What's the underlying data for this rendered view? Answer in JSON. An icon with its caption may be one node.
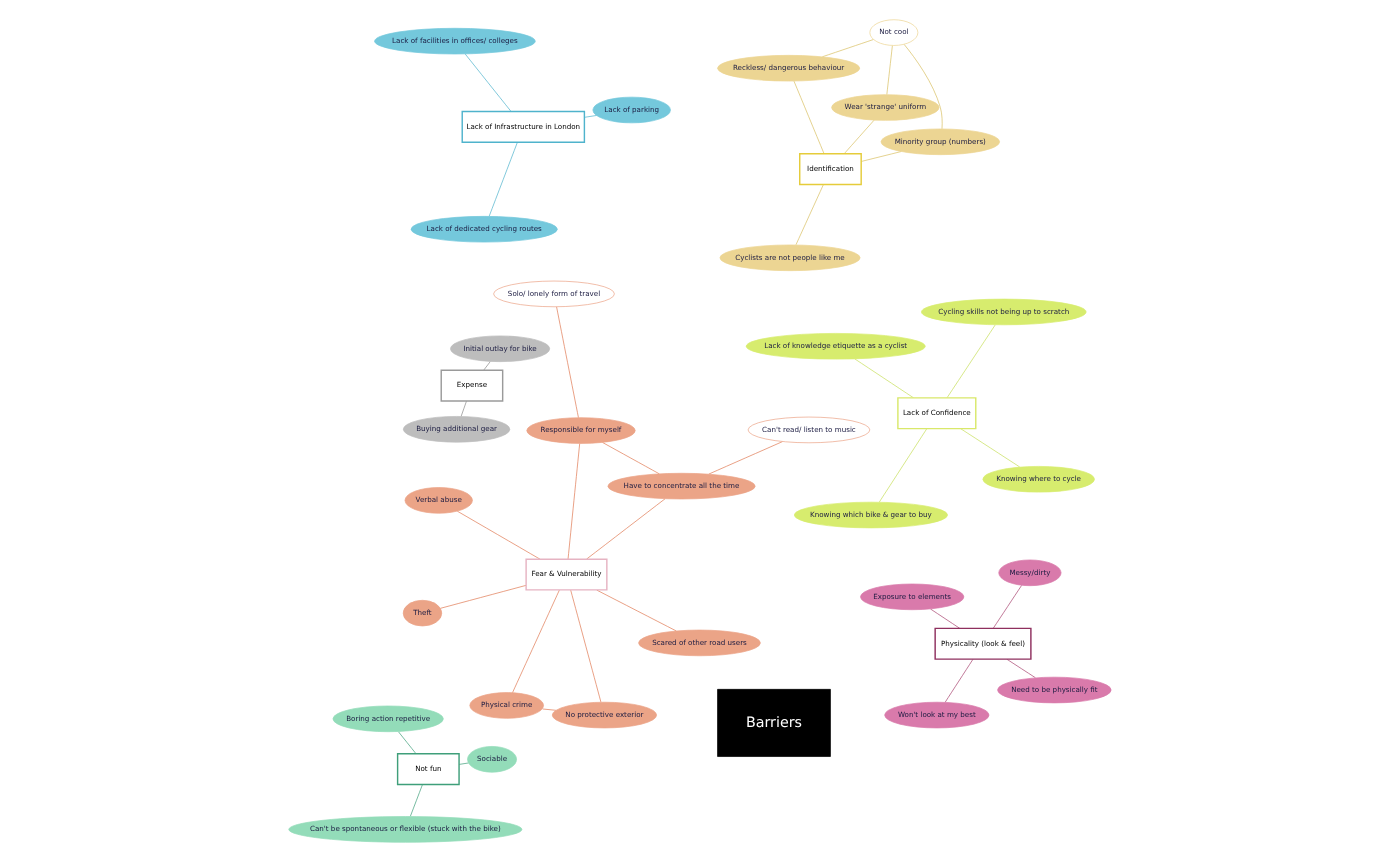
{
  "diagram": {
    "nodes": [
      {
        "text": [
          "Barriers"
        ]
      },
      {
        "text": [
          "Expense"
        ]
      },
      {
        "text": [
          "Lack of Confidence"
        ]
      },
      {
        "text": [
          "Not fun"
        ]
      },
      {
        "text": [
          "Fear & Vulnerability"
        ]
      },
      {
        "text": [
          "Physicality (look & feel)"
        ]
      },
      {
        "text": [
          "Lack of Infrastructure in London"
        ]
      },
      {
        "text": [
          "Identification"
        ]
      },
      {
        "text": [
          "Initial outlay for bike"
        ]
      },
      {
        "text": [
          "Buying additional gear"
        ]
      },
      {
        "text": [
          "Sociable"
        ]
      },
      {
        "text": [
          "Can't be spontaneous or flexible (stuck with the bike)"
        ]
      },
      {
        "text": [
          "Boring action repetitive"
        ]
      },
      {
        "text": [
          "Knowing where to cycle"
        ]
      },
      {
        "text": [
          "Knowing which bike & gear to buy"
        ]
      },
      {
        "text": [
          "Lack of knowledge etiquette as a cyclist"
        ]
      },
      {
        "text": [
          "Cycling skills not being up to scratch"
        ]
      },
      {
        "text": [
          "Responsible for myself"
        ]
      },
      {
        "text": [
          "Have to concentrate all the time"
        ]
      },
      {
        "text": [
          "Solo/ lonely form of travel"
        ]
      },
      {
        "text": [
          "Can't read/ listen to music"
        ]
      },
      {
        "text": [
          "Need to be physically fit"
        ]
      },
      {
        "text": [
          "Won't look at my best"
        ]
      },
      {
        "text": [
          "Exposure to elements"
        ]
      },
      {
        "text": [
          "Messy/dirty"
        ]
      },
      {
        "text": [
          "Verbal abuse"
        ]
      },
      {
        "text": [
          "Theft"
        ]
      },
      {
        "text": [
          "Scared of other road users"
        ]
      },
      {
        "text": [
          "Physical crime"
        ]
      },
      {
        "text": [
          "No protective exterior"
        ]
      },
      {
        "text": [
          "Lack of parking"
        ]
      },
      {
        "text": [
          "Lack of dedicated cycling routes"
        ]
      },
      {
        "text": [
          "Lack of facilities in offices/ colleges"
        ]
      },
      {
        "text": [
          "Minority group (numbers)"
        ]
      },
      {
        "text": [
          "Cyclists are not people like me"
        ]
      },
      {
        "text": [
          "Reckless/ dangerous behaviour"
        ]
      },
      {
        "text": [
          "Wear 'strange' uniform"
        ]
      },
      {
        "text": [
          "Not cool"
        ]
      }
    ],
    "edges": [
      {
        "from": 1,
        "to": 8,
        "arrow": "none",
        "color": "#8c8c8c"
      },
      {
        "from": 1,
        "to": 9,
        "arrow": "none",
        "color": "#8c8c8c"
      },
      {
        "from": 3,
        "to": 10,
        "arrow": "none",
        "color": "#3f9f7a"
      },
      {
        "from": 3,
        "to": 11,
        "arrow": "none",
        "color": "#3f9f7a"
      },
      {
        "from": 3,
        "to": 12,
        "arrow": "none",
        "color": "#3f9f7a"
      },
      {
        "from": 2,
        "to": 13,
        "arrow": "none",
        "color": "#c6df5a"
      },
      {
        "from": 2,
        "to": 14,
        "arrow": "none",
        "color": "#c6df5a"
      },
      {
        "from": 2,
        "to": 15,
        "arrow": "none",
        "color": "#c6df5a"
      },
      {
        "from": 2,
        "to": 16,
        "arrow": "none",
        "color": "#c6df5a"
      },
      {
        "from": 4,
        "to": 17,
        "arrow": "none"
      },
      {
        "from": 4,
        "to": 18,
        "arrow": "none"
      },
      {
        "from": 17,
        "to": 18,
        "arrow": "none"
      },
      {
        "from": 17,
        "to": 19,
        "arrow": "none"
      },
      {
        "from": 18,
        "to": 20,
        "arrow": "none"
      },
      {
        "from": 5,
        "to": 21,
        "arrow": "none",
        "color": "#a8436f"
      },
      {
        "from": 5,
        "to": 22,
        "arrow": "none",
        "color": "#a8436f"
      },
      {
        "from": 5,
        "to": 23,
        "arrow": "none",
        "color": "#a8436f"
      },
      {
        "from": 5,
        "to": 24,
        "arrow": "none",
        "color": "#a8436f"
      },
      {
        "from": 4,
        "to": 25,
        "arrow": "none"
      },
      {
        "from": 4,
        "to": 26,
        "arrow": "none"
      },
      {
        "from": 4,
        "to": 27,
        "arrow": "none"
      },
      {
        "from": 4,
        "to": 28,
        "arrow": "none"
      },
      {
        "from": 4,
        "to": 29,
        "arrow": "none"
      },
      {
        "from": 28,
        "to": 29,
        "arrow": "none"
      },
      {
        "from": 6,
        "to": 30,
        "arrow": "none",
        "color": "#4fb3cc"
      },
      {
        "from": 6,
        "to": 31,
        "arrow": "none",
        "color": "#4fb3cc"
      },
      {
        "from": 6,
        "to": 32,
        "arrow": "none",
        "color": "#4fb3cc"
      },
      {
        "from": 7,
        "to": 33,
        "arrow": "none",
        "color": "#d9bf63"
      },
      {
        "from": 7,
        "to": 34,
        "arrow": "none",
        "color": "#d9bf63"
      },
      {
        "from": 7,
        "to": 35,
        "arrow": "none",
        "color": "#d9bf63"
      },
      {
        "from": 7,
        "to": 36,
        "arrow": "none",
        "color": "#d9bf63"
      },
      {
        "from": 37,
        "to": 33,
        "arrow": "none",
        "color": "#d9bf63"
      },
      {
        "from": 37,
        "to": 35,
        "arrow": "none",
        "color": "#d9bf63"
      },
      {
        "from": 37,
        "to": 36,
        "arrow": "none",
        "color": "#d9bf63"
      }
    ]
  }
}
